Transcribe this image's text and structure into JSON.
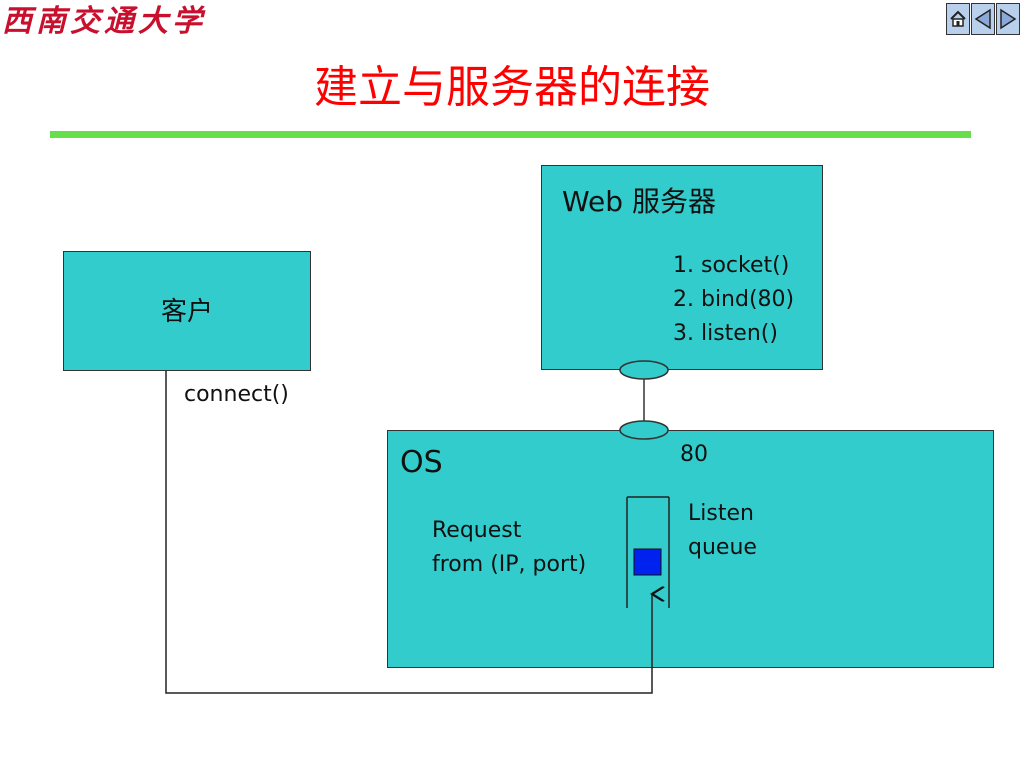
{
  "header": {
    "logo_text": "西南交通大学",
    "title": "建立与服务器的连接",
    "nav": {
      "home_icon": "home-icon",
      "back_icon": "triangle-left-icon",
      "forward_icon": "triangle-right-icon"
    }
  },
  "diagram": {
    "client": {
      "label": "客户",
      "call": "connect()"
    },
    "web_server": {
      "title": "Web 服务器",
      "steps": [
        "1. socket()",
        "2. bind(80)",
        "3. listen()"
      ]
    },
    "os": {
      "label": "OS",
      "port": "80",
      "request_lines": [
        "Request",
        "from (IP, port)"
      ],
      "queue_lines": [
        "Listen",
        "queue"
      ]
    },
    "colors": {
      "box_fill": "#33cccc",
      "title": "#ff0000",
      "rule": "#66e04a",
      "queued_item": "#0022ee"
    }
  }
}
